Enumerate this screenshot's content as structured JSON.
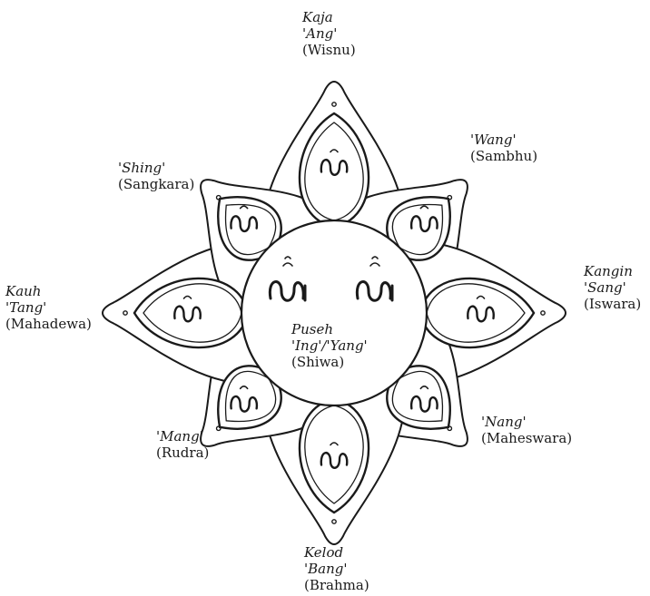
{
  "labels": {
    "north": {
      "direction": "Kaja",
      "syllable": "'Ang'",
      "deity": "(Wisnu)"
    },
    "northeast": {
      "syllable": "'Wang'",
      "deity": "(Sambhu)"
    },
    "east": {
      "direction": "Kangin",
      "syllable": "'Sang'",
      "deity": "(Iswara)"
    },
    "southeast": {
      "syllable": "'Nang'",
      "deity": "(Maheswara)"
    },
    "south": {
      "direction": "Kelod",
      "syllable": "'Bang'",
      "deity": "(Brahma)"
    },
    "southwest": {
      "syllable": "'Mang'",
      "deity": "(Rudra)"
    },
    "west": {
      "direction": "Kauh",
      "syllable": "'Tang'",
      "deity": "(Mahadewa)"
    },
    "northwest": {
      "syllable": "'Shing'",
      "deity": "(Sangkara)"
    },
    "center": {
      "direction": "Puseh",
      "syllable": "'Ing'/'Yang'",
      "deity": "(Shiwa)"
    }
  },
  "colors": {
    "ink": "#1a1a1a",
    "paper": "#ffffff"
  }
}
